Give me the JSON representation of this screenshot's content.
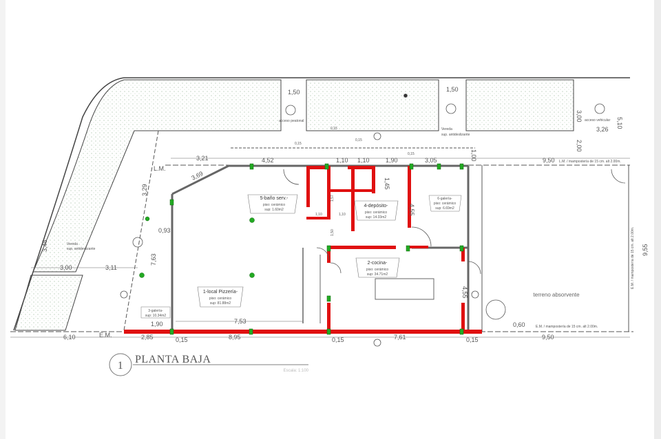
{
  "title": {
    "number": "1",
    "name": "PLANTA BAJA",
    "scale": "Escala: 1:100"
  },
  "rooms": [
    {
      "name": "5-baño serv.-",
      "floor": "piso: cerámico",
      "area": "sup: 1.60m2"
    },
    {
      "name": "4-depósito-",
      "floor": "piso: cerámico",
      "area": "sup: 14.33m2"
    },
    {
      "name": "6-galería-",
      "floor": "piso: cerámico",
      "area": "sup: 6.69m2"
    },
    {
      "name": "2-cocina-",
      "floor": "piso: cerámico",
      "area": "sup: 34.71m2"
    },
    {
      "name": "1-local Pizzería-",
      "floor": "piso: cerámico",
      "area": "sup: 81.88m2"
    },
    {
      "name": "3-galería-",
      "area": "sup: 10.34m2"
    }
  ],
  "areas": {
    "vereda_left": {
      "name": "Vereda",
      "surface": "sup. antideslizante"
    },
    "vereda_top": {
      "name": "Vereda",
      "surface": "sup. antideslizante"
    },
    "terreno": "terreno absorvente",
    "em_note": "E.M. / mampostería de 15 cm. alt 2.00m.",
    "lm_note_top": "L.M. / mampostería de 15 cm. alt 2.00m.",
    "lm_note_right": "E.M. / mampostería de 15 cm. alt 2.00m.",
    "lm": "L.M.",
    "em": "E.M.",
    "acceso_peatonal": "acceso peatonal",
    "acceso_vehicular": "acceso vehicular"
  },
  "dimensions": {
    "top": [
      "3,21",
      "4,52",
      "1,10",
      "1,10",
      "1,90",
      "3,05",
      "9,50"
    ],
    "top_small": [
      "0,15",
      "0,15",
      "0,15",
      "0,15"
    ],
    "sidewalk": [
      "1,50",
      "1,50",
      "3,00",
      "3,26",
      "5,10",
      "2,00",
      "1,00"
    ],
    "left": [
      "3,69",
      "3,29",
      "0,93",
      "3,48",
      "3,00",
      "3,11",
      "7,63",
      "1,90",
      "7,53"
    ],
    "interior": [
      "4,55",
      "4,55",
      "1,45",
      "1,10",
      "1,10",
      "1,50",
      "1,57",
      "0,60",
      "9,55"
    ],
    "bottom": [
      "6,10",
      "2,85",
      "0,15",
      "8,95",
      "0,15",
      "7,61",
      "0,15",
      "9,50"
    ]
  },
  "colors": {
    "wall_new": "#e01010",
    "column": "#22aa22",
    "line": "#444444",
    "hatch": "#b8ccb8"
  }
}
